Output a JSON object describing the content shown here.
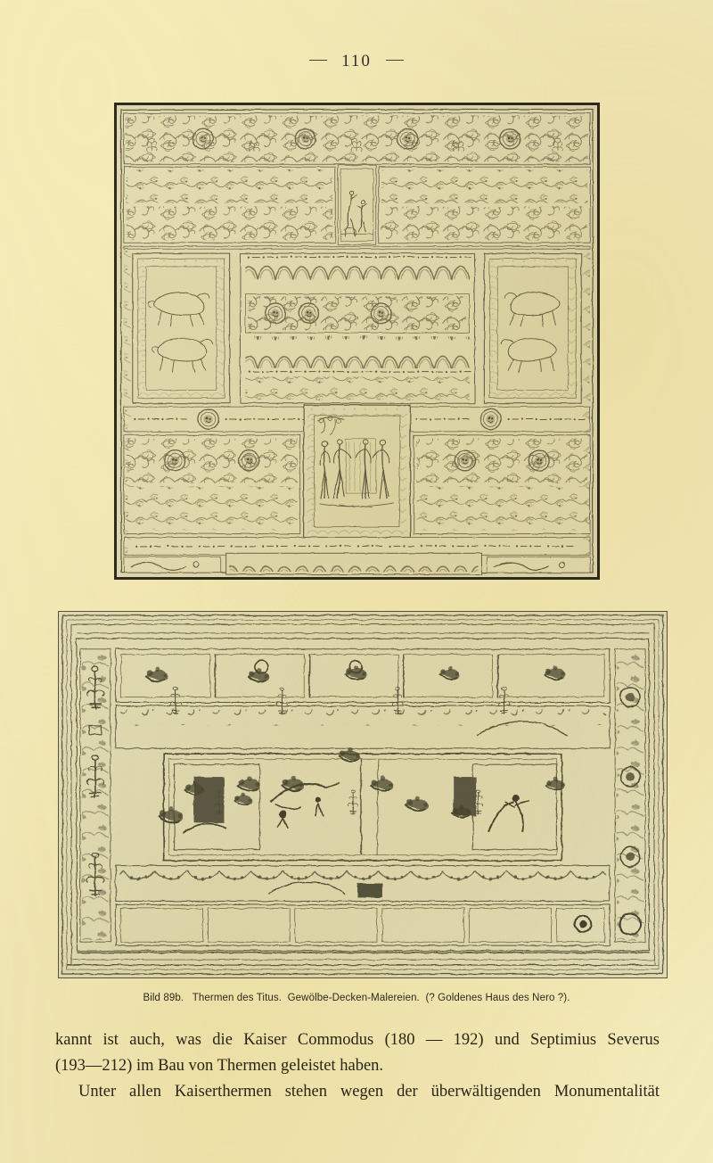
{
  "page": {
    "folio_number": "110",
    "background_color": "#f4ecc0",
    "ink_color": "#2a2619"
  },
  "figure_top": {
    "name": "ceiling-ornament-engraving-upper",
    "description": "Engraved Roman vault ceiling painting with grotesque arabesque borders, framed figural panels and medallions",
    "frame_color": "#2e2b20",
    "plate_color": "#ece6c3",
    "panels": [
      "upper frieze with rosette medallions and scrolling acanthus",
      "left tall panel with beasts",
      "right tall panel with beasts",
      "upper small figural panel with standing figures and animal",
      "central wave-scroll band",
      "lower square figural panel with four nude figures under a tree"
    ]
  },
  "figure_bottom": {
    "name": "ceiling-ornament-engraving-lower",
    "description": "Halftone reproduction of a painted vault ceiling, rectangular compartments with candelabra, garlands, birds and figural medallions",
    "frame_color": "#5a5540",
    "plate_color": "#e9e5c4"
  },
  "caption": {
    "figure_label": "Bild 89b.",
    "subject": "Thermen des Titus.",
    "title": "Gewölbe-Decken-Malereien.",
    "note": "(? Goldenes Haus des Nero ?)."
  },
  "body": {
    "paragraph_1_line_1": "kannt ist auch, was die Kaiser Commodus (180 — 192) und Septimius Severus",
    "paragraph_1_line_2": "(193—212) im Bau von Thermen geleistet haben.",
    "paragraph_2_line_1": "Unter allen Kaiserthermen stehen wegen der überwältigenden Monumentalität"
  }
}
